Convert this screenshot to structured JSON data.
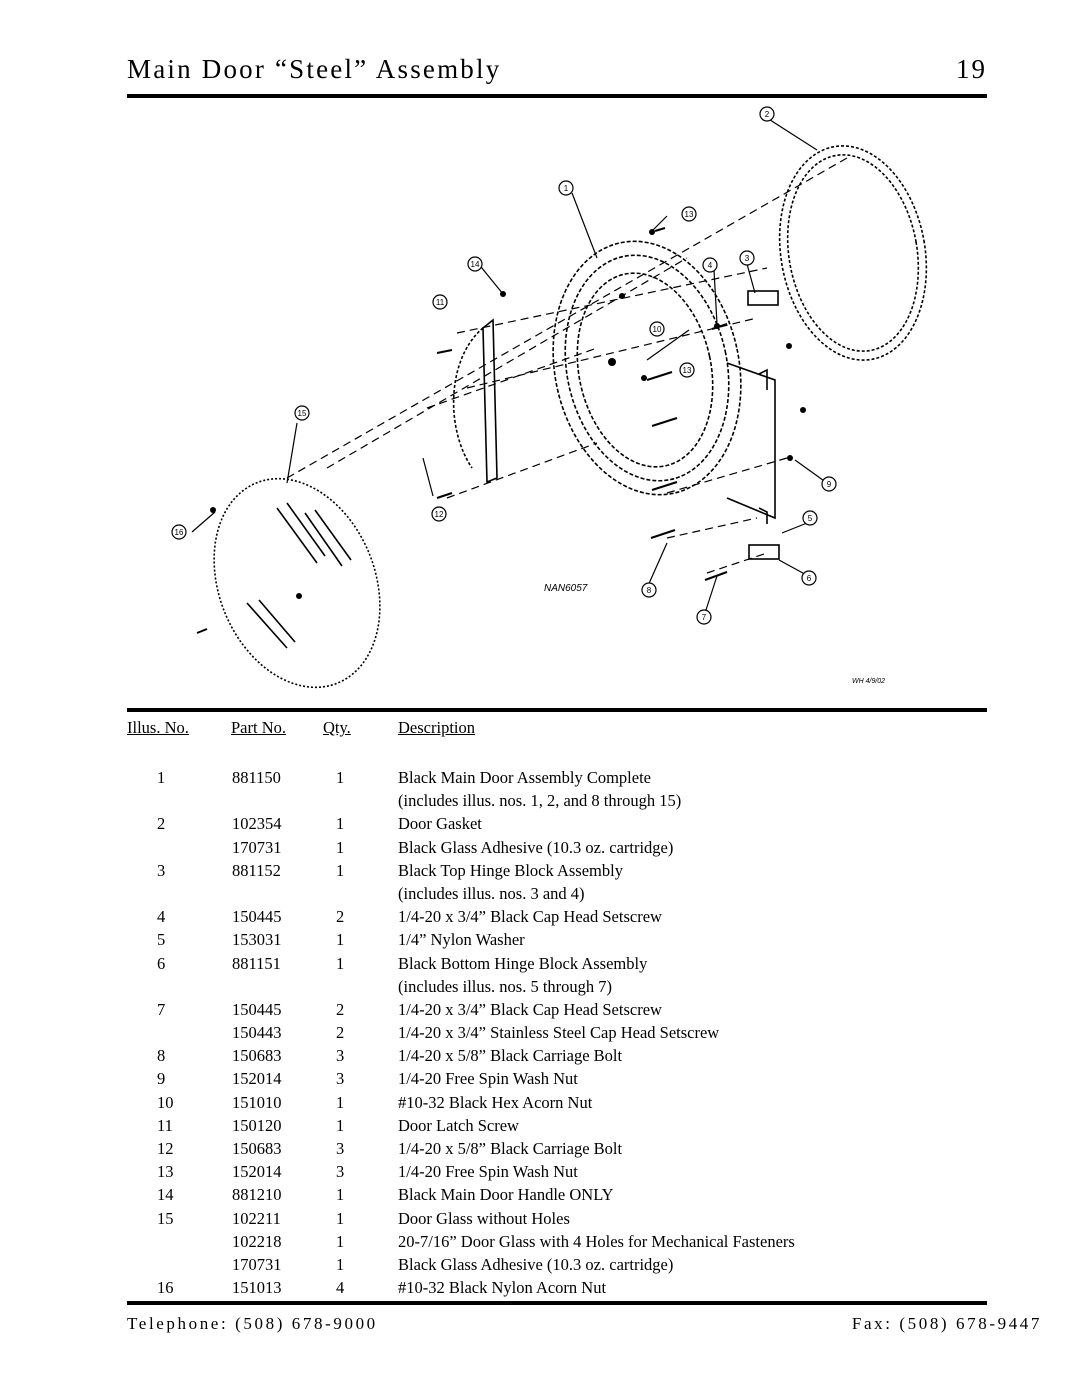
{
  "header": {
    "title": "Main Door “Steel” Assembly",
    "page_number": "19"
  },
  "diagram": {
    "drawing_code": "NAN6057",
    "date_mark": "WH 4/9/02",
    "callouts": [
      "1",
      "2",
      "3",
      "4",
      "5",
      "6",
      "7",
      "8",
      "9",
      "10",
      "11",
      "12",
      "13",
      "14",
      "15",
      "16"
    ]
  },
  "table": {
    "headers": {
      "illus": "Illus. No.",
      "part": "Part No.",
      "qty": "Qty.",
      "desc": "Description"
    },
    "rows": [
      {
        "illus": "1",
        "part": "881150",
        "qty": "1",
        "desc": "Black Main Door Assembly Complete"
      },
      {
        "illus": "",
        "part": "",
        "qty": "",
        "desc": "(includes illus. nos. 1, 2, and 8 through 15)"
      },
      {
        "illus": "2",
        "part": "102354",
        "qty": "1",
        "desc": "Door Gasket"
      },
      {
        "illus": "",
        "part": "170731",
        "qty": "1",
        "desc": "Black Glass Adhesive (10.3 oz. cartridge)"
      },
      {
        "illus": "3",
        "part": "881152",
        "qty": "1",
        "desc": "Black Top Hinge Block Assembly"
      },
      {
        "illus": "",
        "part": "",
        "qty": "",
        "desc": "(includes illus. nos. 3 and 4)"
      },
      {
        "illus": "4",
        "part": "150445",
        "qty": "2",
        "desc": "1/4-20 x 3/4” Black Cap Head Setscrew"
      },
      {
        "illus": "5",
        "part": "153031",
        "qty": "1",
        "desc": "1/4” Nylon Washer"
      },
      {
        "illus": "6",
        "part": "881151",
        "qty": "1",
        "desc": "Black Bottom Hinge Block Assembly"
      },
      {
        "illus": "",
        "part": "",
        "qty": "",
        "desc": "(includes illus. nos. 5 through 7)"
      },
      {
        "illus": "7",
        "part": "150445",
        "qty": "2",
        "desc": "1/4-20 x 3/4” Black Cap Head Setscrew"
      },
      {
        "illus": "",
        "part": "150443",
        "qty": "2",
        "desc": "1/4-20 x 3/4” Stainless Steel Cap Head Setscrew"
      },
      {
        "illus": "8",
        "part": "150683",
        "qty": "3",
        "desc": "1/4-20 x 5/8” Black Carriage Bolt"
      },
      {
        "illus": "9",
        "part": "152014",
        "qty": "3",
        "desc": "1/4-20 Free Spin Wash Nut"
      },
      {
        "illus": "10",
        "part": "151010",
        "qty": "1",
        "desc": "#10-32 Black Hex Acorn Nut"
      },
      {
        "illus": "11",
        "part": "150120",
        "qty": "1",
        "desc": "Door Latch Screw"
      },
      {
        "illus": "12",
        "part": "150683",
        "qty": "3",
        "desc": "1/4-20 x 5/8” Black Carriage Bolt"
      },
      {
        "illus": "13",
        "part": "152014",
        "qty": "3",
        "desc": "1/4-20 Free Spin Wash Nut"
      },
      {
        "illus": "14",
        "part": "881210",
        "qty": "1",
        "desc": "Black Main Door Handle ONLY"
      },
      {
        "illus": "15",
        "part": "102211",
        "qty": "1",
        "desc": "Door Glass without Holes"
      },
      {
        "illus": "",
        "part": "102218",
        "qty": "1",
        "desc": "20-7/16” Door Glass with 4 Holes for Mechanical Fasteners"
      },
      {
        "illus": "",
        "part": "170731",
        "qty": "1",
        "desc": "Black Glass Adhesive (10.3 oz. cartridge)"
      },
      {
        "illus": "16",
        "part": "151013",
        "qty": "4",
        "desc": "#10-32 Black Nylon Acorn Nut"
      }
    ]
  },
  "footer": {
    "telephone": "Telephone: (508) 678-9000",
    "fax": "Fax: (508) 678-9447"
  }
}
